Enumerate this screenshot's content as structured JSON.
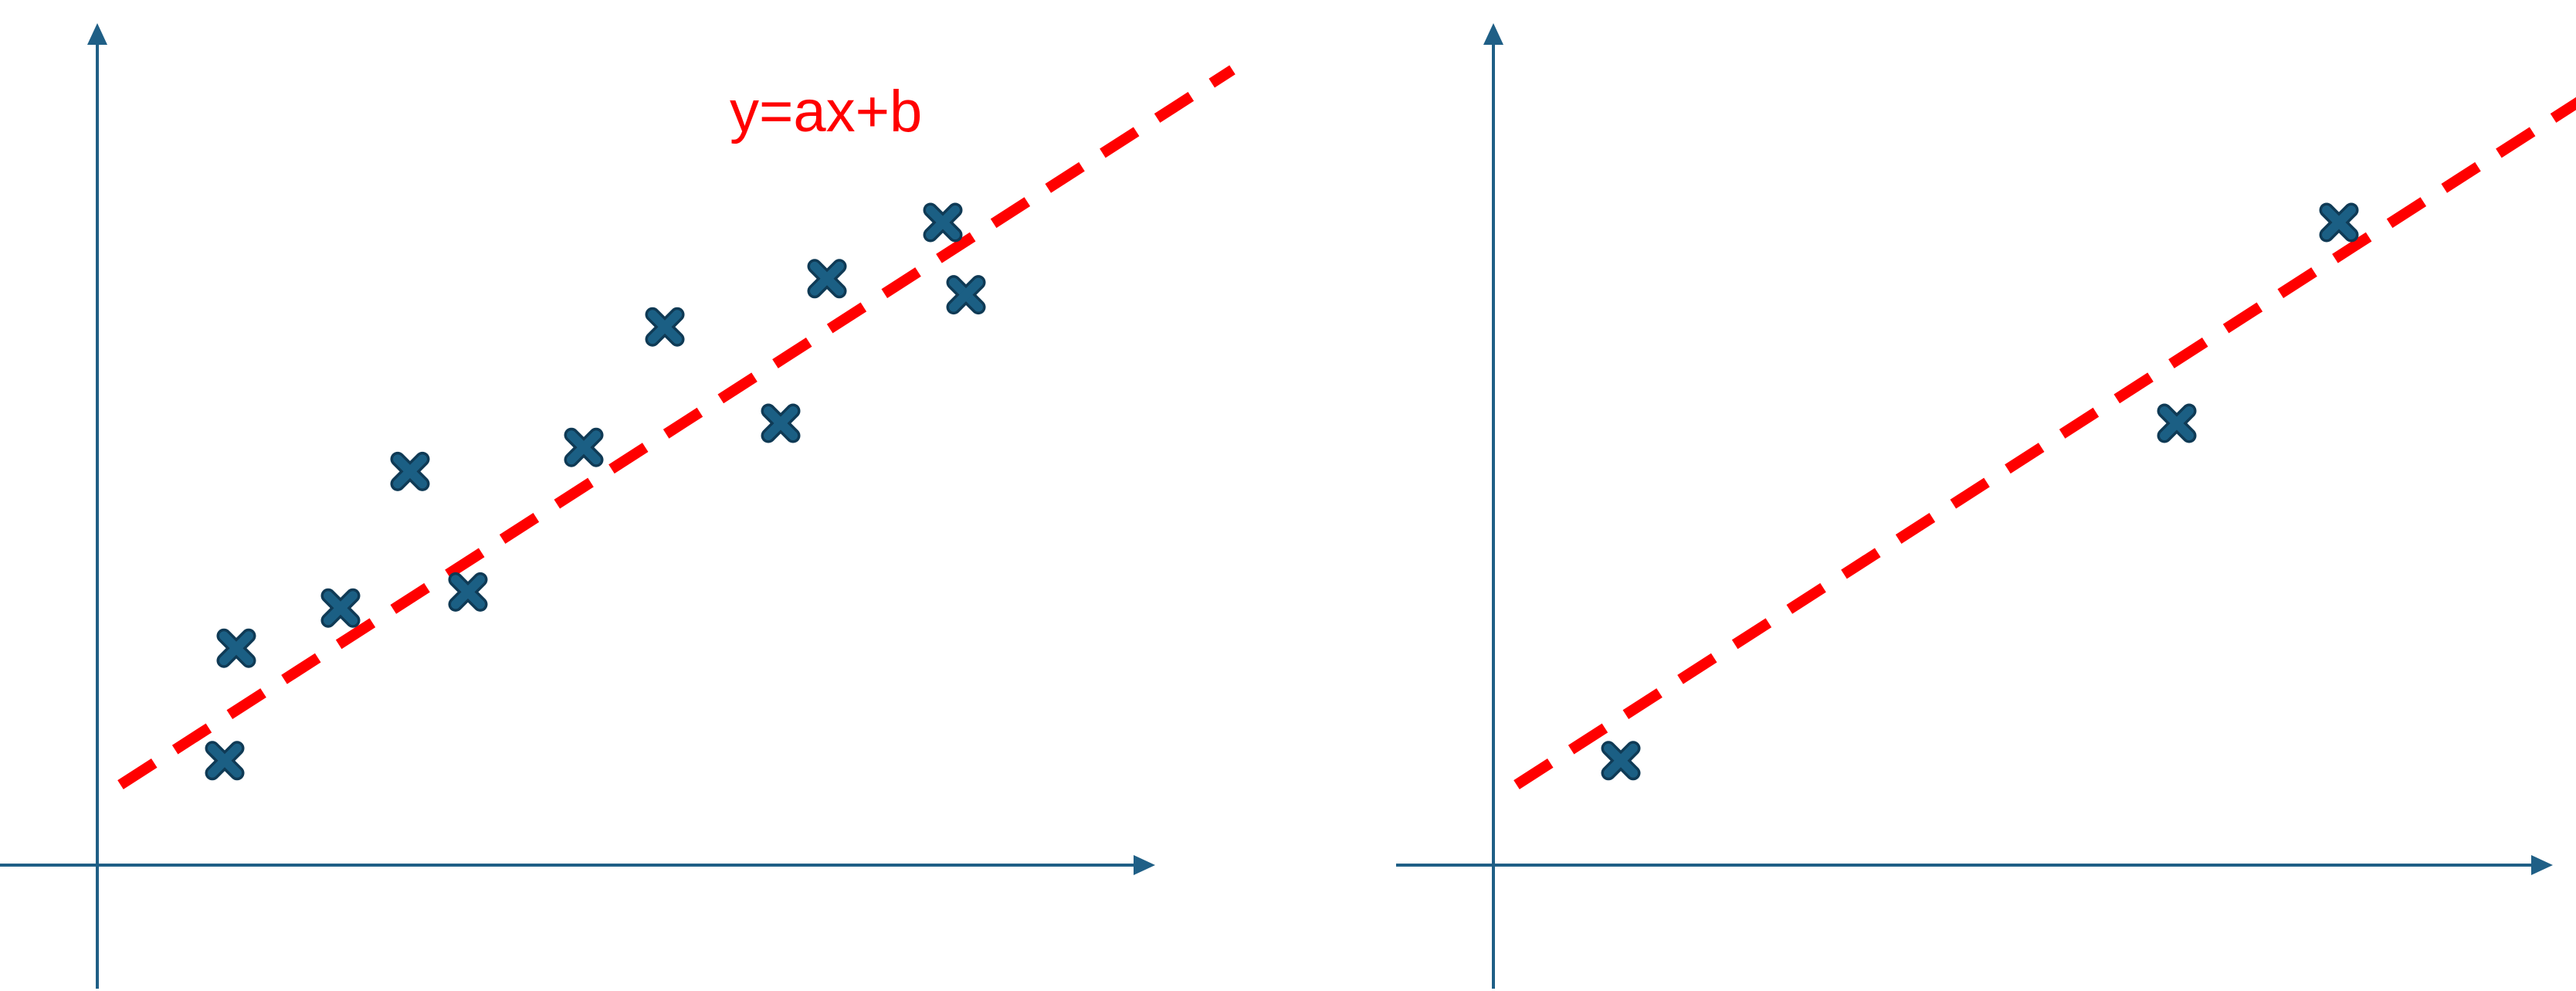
{
  "equation_label": "y=ax+b",
  "colors": {
    "axis": "#1f5f86",
    "fit_line": "#ff0000",
    "marker": "#1b5f84",
    "label": "#ff0000"
  },
  "icons": {
    "point_marker": "x-mark-icon",
    "axis_arrow": "arrowhead-icon"
  },
  "chart_data": [
    {
      "type": "scatter",
      "title": "",
      "xlabel": "",
      "ylabel": "",
      "xlim": [
        0,
        10
      ],
      "ylim": [
        0,
        10
      ],
      "grid": false,
      "annotation": "y=ax+b",
      "series": [
        {
          "points": [
            {
              "x": 1.1,
              "y": 1.3
            },
            {
              "x": 1.2,
              "y": 2.7
            },
            {
              "x": 2.1,
              "y": 3.2
            },
            {
              "x": 2.7,
              "y": 4.9
            },
            {
              "x": 3.2,
              "y": 3.4
            },
            {
              "x": 4.2,
              "y": 5.2
            },
            {
              "x": 4.9,
              "y": 6.7
            },
            {
              "x": 5.9,
              "y": 5.5
            },
            {
              "x": 6.3,
              "y": 7.3
            },
            {
              "x": 7.3,
              "y": 8.0
            },
            {
              "x": 7.5,
              "y": 7.1
            }
          ]
        }
      ],
      "fit_line": {
        "x": [
          0.2,
          9.8
        ],
        "y": [
          1.0,
          9.9
        ]
      }
    },
    {
      "type": "scatter",
      "title": "",
      "xlabel": "",
      "ylabel": "",
      "xlim": [
        0,
        10
      ],
      "ylim": [
        0,
        10
      ],
      "grid": false,
      "series": [
        {
          "points": [
            {
              "x": 1.1,
              "y": 1.3
            },
            {
              "x": 5.9,
              "y": 5.5
            },
            {
              "x": 7.3,
              "y": 8.0
            }
          ]
        }
      ],
      "fit_line": {
        "x": [
          0.2,
          9.8
        ],
        "y": [
          1.0,
          9.9
        ]
      }
    }
  ]
}
